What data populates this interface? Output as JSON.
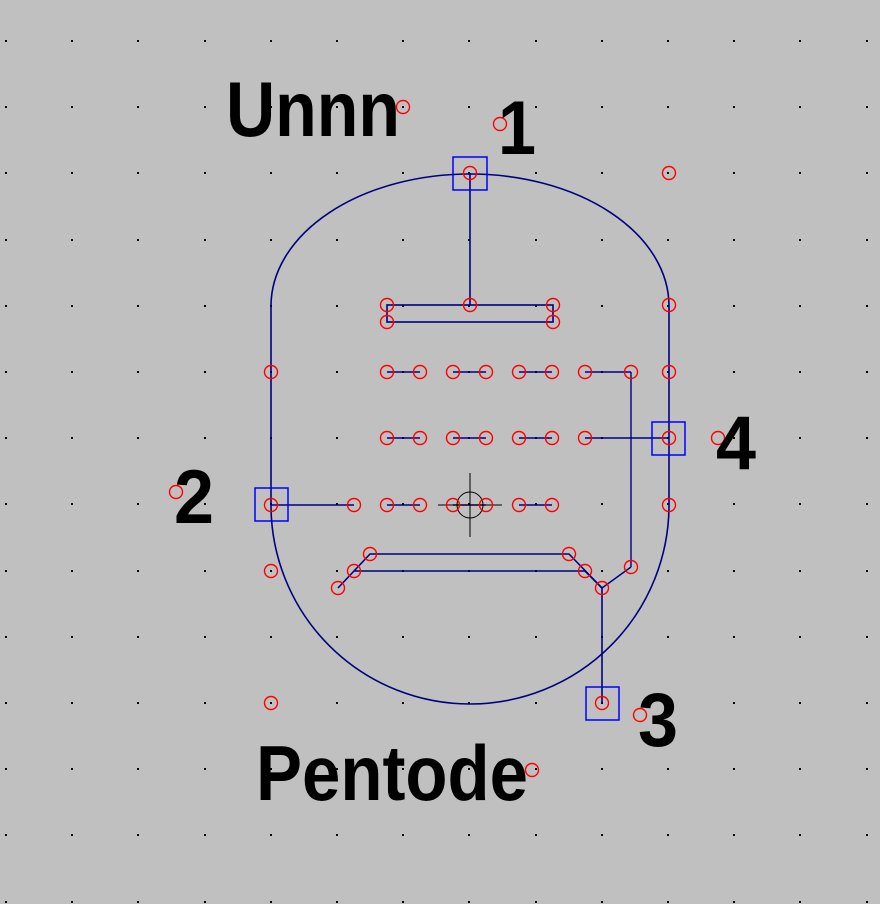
{
  "symbol": {
    "name_label": "Unnn",
    "value_label": "Pentode"
  },
  "pins": [
    {
      "number": "1",
      "role": "plate"
    },
    {
      "number": "2",
      "role": "control-grid"
    },
    {
      "number": "3",
      "role": "cathode"
    },
    {
      "number": "4",
      "role": "screen-grid"
    }
  ],
  "colors": {
    "background": "#c0c0c0",
    "grid_dot": "#000000",
    "wire": "#000080",
    "pin_box": "#0000ff",
    "junction": "#ff0000",
    "text": "#000000"
  }
}
